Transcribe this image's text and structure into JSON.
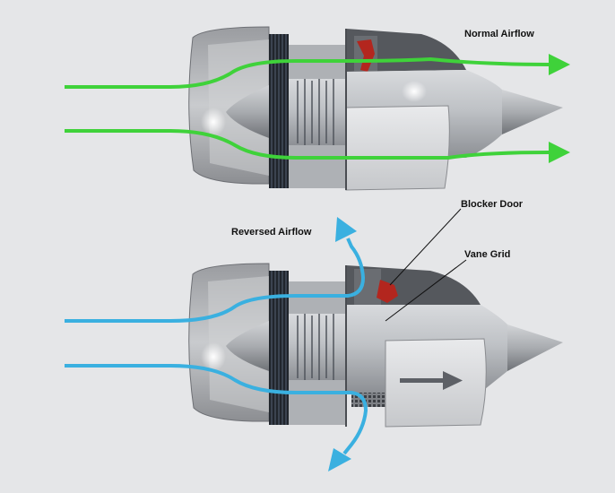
{
  "labels": {
    "normal_airflow": "Normal Airflow",
    "reversed_airflow": "Reversed Airflow",
    "blocker_door": "Blocker Door",
    "vane_grid": "Vane Grid"
  },
  "colors": {
    "background": "#e5e6e8",
    "normal_airflow": "#3fd23a",
    "reversed_airflow": "#3ab0e0",
    "blocker_door": "#b3261e",
    "engine_metal": "#b9bcc0",
    "callout_line": "#111111"
  },
  "engines": [
    {
      "name": "normal-thrust-engine",
      "airflow": "normal"
    },
    {
      "name": "reverse-thrust-engine",
      "airflow": "reversed"
    }
  ]
}
